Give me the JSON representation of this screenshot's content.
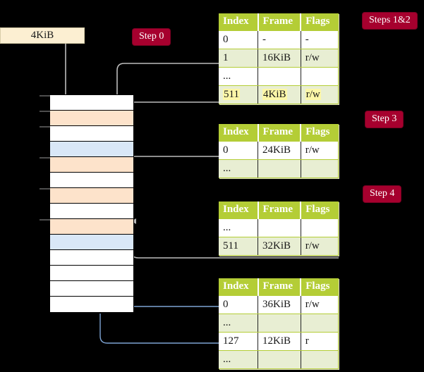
{
  "diagram": {
    "title_box": {
      "label": "4KiB"
    },
    "step_labels": {
      "step0": "Step 0",
      "steps12": "Steps 1&2",
      "step3": "Step 3",
      "step4": "Step 4"
    },
    "colors": {
      "pill_bg": "#a6002e",
      "table_header_bg": "#b4cd36",
      "table_alt_row_bg": "#e8eed3",
      "highlight_bg": "#fcf7a8",
      "mem_orange": "#fde3cb",
      "mem_blue": "#d9e7f7",
      "kib_box_bg": "#fcefd2",
      "gray_arrow": "#b8b8b8",
      "blue_arrow": "#4a78b8"
    },
    "tables": [
      {
        "name": "level-1-table",
        "columns": [
          "Index",
          "Frame",
          "Flags"
        ],
        "rows": [
          {
            "index": "0",
            "frame": "-",
            "flags": "-",
            "alt": false,
            "highlight": false
          },
          {
            "index": "1",
            "frame": "16KiB",
            "flags": "r/w",
            "alt": true,
            "highlight": false
          },
          {
            "index": "...",
            "frame": "",
            "flags": "",
            "alt": false,
            "highlight": false
          },
          {
            "index": "511",
            "frame": "4KiB",
            "flags": "r/w",
            "alt": true,
            "highlight": true
          }
        ]
      },
      {
        "name": "level-2-table",
        "columns": [
          "Index",
          "Frame",
          "Flags"
        ],
        "rows": [
          {
            "index": "0",
            "frame": "24KiB",
            "flags": "r/w",
            "alt": false,
            "highlight": false
          },
          {
            "index": "...",
            "frame": "",
            "flags": "",
            "alt": true,
            "highlight": false
          }
        ]
      },
      {
        "name": "level-3-table",
        "columns": [
          "Index",
          "Frame",
          "Flags"
        ],
        "rows": [
          {
            "index": "...",
            "frame": "",
            "flags": "",
            "alt": false,
            "highlight": false
          },
          {
            "index": "511",
            "frame": "32KiB",
            "flags": "r/w",
            "alt": true,
            "highlight": false
          }
        ]
      },
      {
        "name": "level-4-table",
        "columns": [
          "Index",
          "Frame",
          "Flags"
        ],
        "rows": [
          {
            "index": "0",
            "frame": "36KiB",
            "flags": "r/w",
            "alt": false,
            "highlight": false
          },
          {
            "index": "...",
            "frame": "",
            "flags": "",
            "alt": true,
            "highlight": false
          },
          {
            "index": "127",
            "frame": "12KiB",
            "flags": "r",
            "alt": false,
            "highlight": false
          },
          {
            "index": "...",
            "frame": "",
            "flags": "",
            "alt": true,
            "highlight": false
          }
        ]
      }
    ],
    "memory_column": {
      "name": "physical-memory-column",
      "row_count": 13,
      "rows": [
        {
          "fill": "white"
        },
        {
          "fill": "orange"
        },
        {
          "fill": "white"
        },
        {
          "fill": "blue"
        },
        {
          "fill": "orange"
        },
        {
          "fill": "white"
        },
        {
          "fill": "orange"
        },
        {
          "fill": "white"
        },
        {
          "fill": "orange"
        },
        {
          "fill": "blue"
        },
        {
          "fill": "white"
        },
        {
          "fill": "white"
        },
        {
          "fill": "white"
        },
        {
          "fill": "white"
        }
      ],
      "tick_rows": [
        0,
        1,
        2,
        4,
        6,
        8
      ]
    }
  }
}
